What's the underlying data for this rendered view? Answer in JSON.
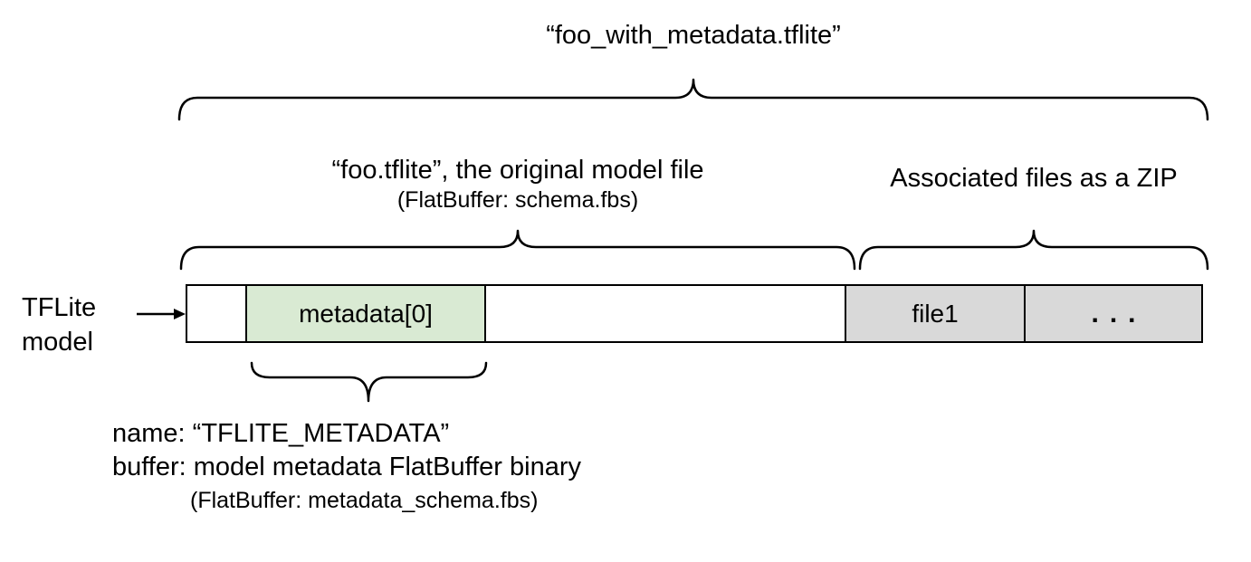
{
  "diagram": {
    "title": "“foo_with_metadata.tflite”",
    "model_section": {
      "label": "“foo.tflite”, the original model file",
      "sublabel": "(FlatBuffer: schema.fbs)"
    },
    "zip_section": {
      "label": "Associated files as a ZIP"
    },
    "bar_pointer": {
      "line1": "TFLite",
      "line2": "model"
    },
    "segments": [
      {
        "label": "",
        "type": "empty"
      },
      {
        "label": "metadata[0]",
        "type": "metadata"
      },
      {
        "label": "",
        "type": "empty"
      },
      {
        "label": "file1",
        "type": "associated-file"
      },
      {
        "label": "...",
        "type": "associated-file-more"
      }
    ],
    "metadata_note": {
      "line1": "name: “TFLITE_METADATA”",
      "line2": "buffer: model metadata FlatBuffer binary",
      "line3": "(FlatBuffer: metadata_schema.fbs)"
    },
    "colors": {
      "metadata_fill": "#d9ead3",
      "file_fill": "#d9d9d9",
      "line": "#000000"
    }
  }
}
